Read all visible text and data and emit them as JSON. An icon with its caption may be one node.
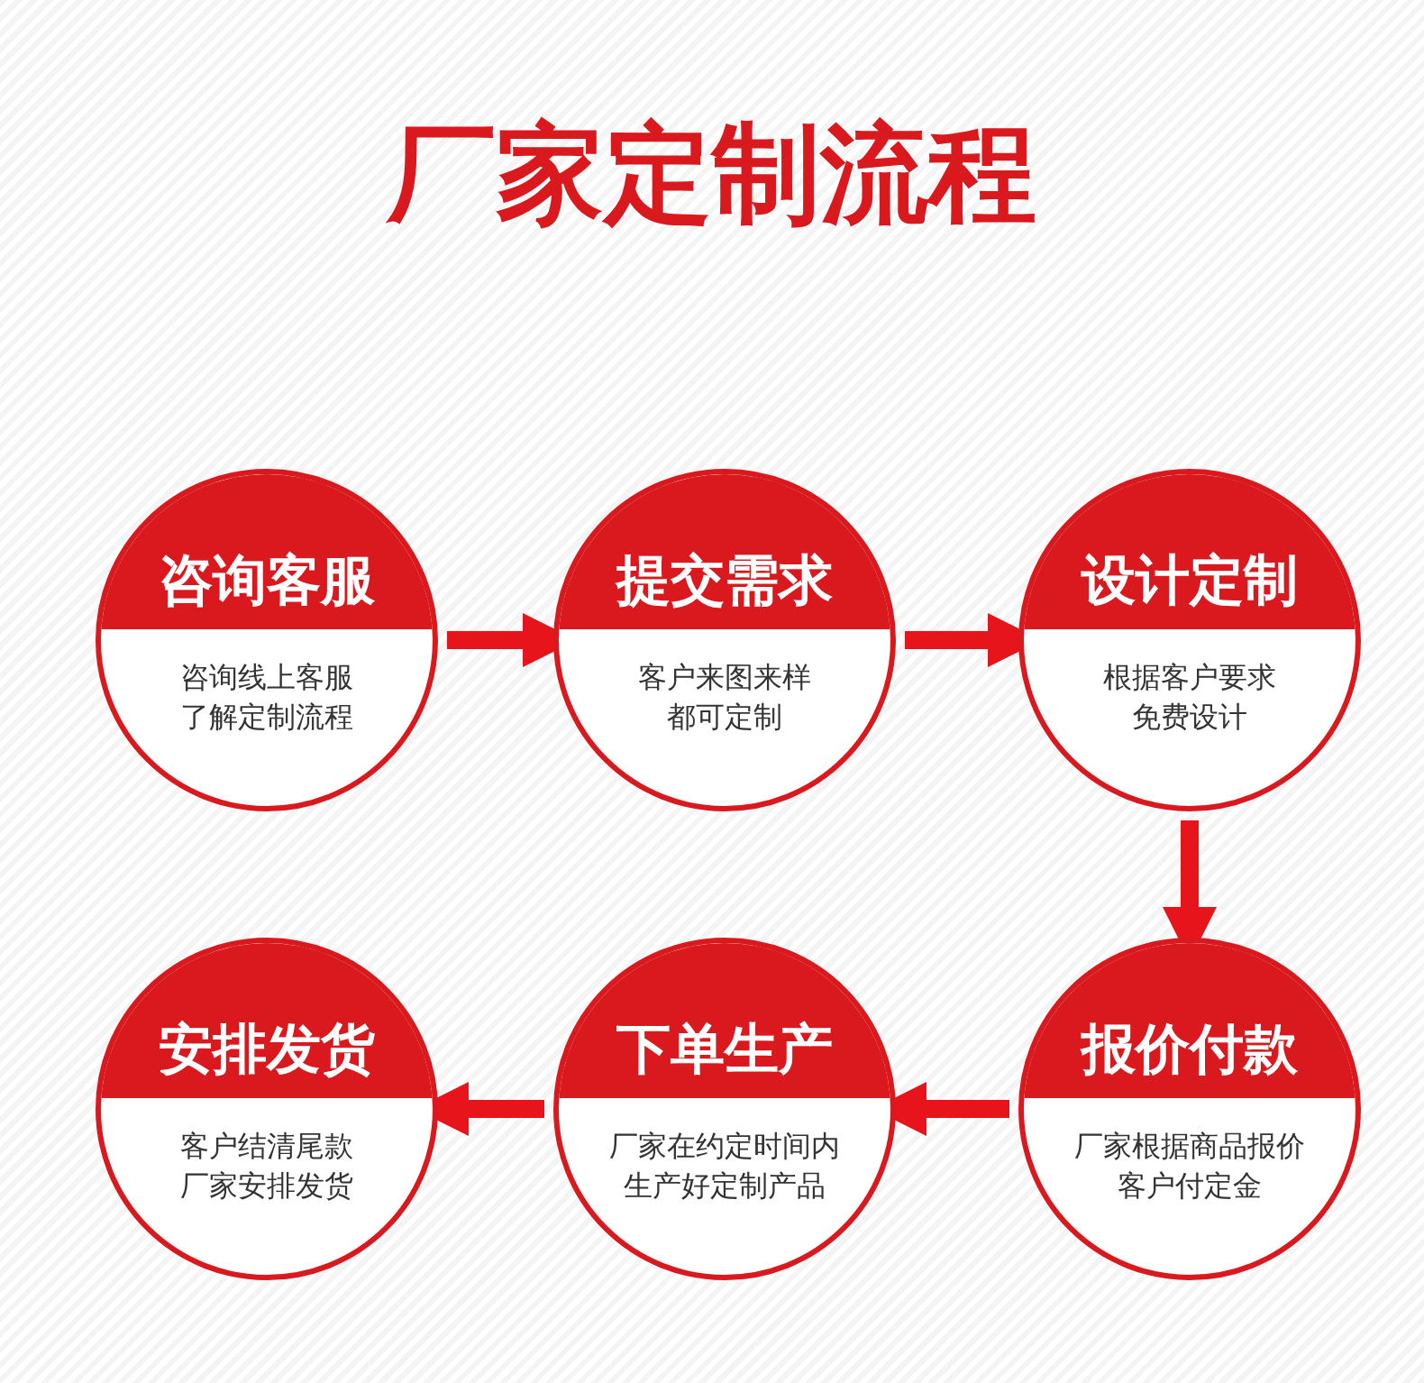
{
  "diagram": {
    "title": "厂家定制流程",
    "nodes": [
      {
        "text": [
          "咨询客服",
          "咨询线上客服了解定制流程"
        ]
      },
      {
        "text": [
          "提交需求",
          "客户来图来样都可定制"
        ]
      },
      {
        "text": [
          "设计定制",
          "根据客户要求免费设计"
        ]
      },
      {
        "text": [
          "安排发货",
          "客户结清尾款厂家安排发货"
        ]
      },
      {
        "text": [
          "下单生产",
          "厂家在约定时间内生产好定制产品"
        ]
      },
      {
        "text": [
          "报价付款",
          "厂家根据商品报价客户付定金"
        ]
      }
    ],
    "edges": [
      {
        "from": 0,
        "to": 1,
        "arrow": "to"
      },
      {
        "from": 1,
        "to": 2,
        "arrow": "to"
      },
      {
        "from": 2,
        "to": 5,
        "arrow": "to"
      },
      {
        "from": 5,
        "to": 4,
        "arrow": "to"
      },
      {
        "from": 4,
        "to": 3,
        "arrow": "to"
      }
    ]
  }
}
